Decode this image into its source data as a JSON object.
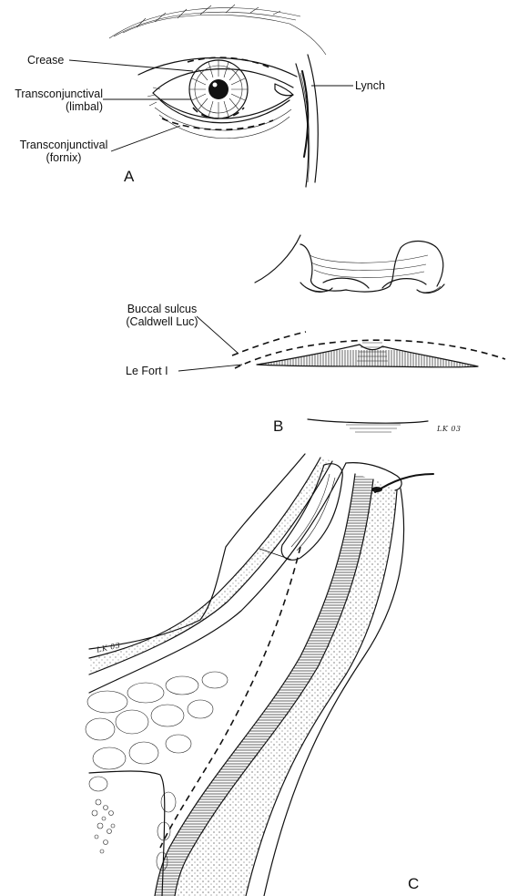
{
  "panels": {
    "a": {
      "letter": "A",
      "labels": {
        "crease": "Crease",
        "transconj_limbal_1": "Transconjunctival",
        "transconj_limbal_2": "(limbal)",
        "transconj_fornix_1": "Transconjunctival",
        "transconj_fornix_2": "(fornix)",
        "lynch": "Lynch"
      }
    },
    "b": {
      "letter": "B",
      "labels": {
        "buccal_1": "Buccal sulcus",
        "buccal_2": "(Caldwell Luc)",
        "lefort": "Le Fort I"
      },
      "signature": "LK 03"
    },
    "c": {
      "letter": "C",
      "signature": "LK 03"
    }
  }
}
